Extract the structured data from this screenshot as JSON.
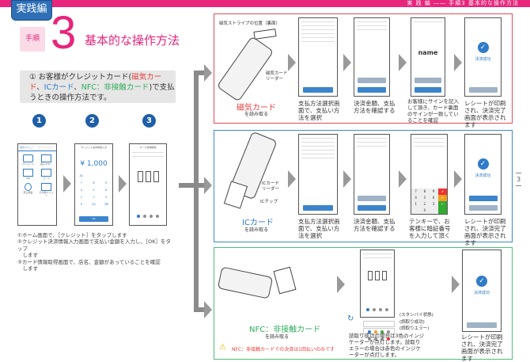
{
  "header": {
    "running_title": "実 践 編 ―― 手順3 基本的な操作方法",
    "section_badge": "実践編",
    "step_label": "手順",
    "step_number": "3",
    "title": "基本的な操作方法",
    "page_number": "3"
  },
  "intro": {
    "prefix": "① お客様がクレジットカード(",
    "magnetic": "磁気カード",
    "sep1": "、",
    "ic": "ICカード",
    "sep2": "、",
    "nfc": "NFC：非接触カード",
    "suffix": ")で支払うときの操作方法です。"
  },
  "steps": [
    {
      "num": "1",
      "screen_tabs": [
        "決済メニュー",
        "アプリメニュー"
      ],
      "tiles": [
        "クレジット",
        "電子マネー",
        "QR",
        "コード",
        "売上照会",
        "その他メニュー"
      ]
    },
    {
      "num": "2",
      "screen_title": "クレジット決済情報入力",
      "amount": "¥ 1,000",
      "keys": [
        "AC",
        "7",
        "8",
        "9",
        "4",
        "5",
        "6",
        "1",
        "2",
        "3",
        "0",
        "00",
        "⌫"
      ],
      "ok": "OK"
    },
    {
      "num": "3",
      "screen_title": "カード情報取得"
    }
  ],
  "notes": [
    "①ホーム画面で、［クレジット］をタップします",
    "②クレジット決済情報入力画面で支払い金額を入力し、［OK］をタップ",
    "　します",
    "③カード情報取得画面で、店名、金額があっていることを確認",
    "　します"
  ],
  "magnetic": {
    "stripe_label": "磁気ストライプの位置（裏面）",
    "reader_label": "磁気カード\nリーダー",
    "name": "磁気カード",
    "action": "を読み取る",
    "sign_text": "name",
    "captions": [
      "支払方法選択画面で、支払い方法を選択",
      "決済金額、支払方法を確認する",
      "お客様にサインを記入して頂き、カード裏面のサインが一致していることを確認",
      "レシートが印刷され、決済完了画面が表示されます"
    ],
    "success": "決済成功"
  },
  "ic": {
    "reader_label": "ICカード\nリーダー",
    "chip_label": "ICチップ",
    "name": "ICカード",
    "action": "を読み取る",
    "captions": [
      "支払方法選択画面で、支払い方法を選択",
      "決済金額、支払方法を確認する",
      "テンキーで、お客様に暗証番号を入力して頂く",
      "レシートが印刷され、決済完了画面が表示されます"
    ],
    "success": "決済成功",
    "keys": [
      "7",
      "8",
      "9",
      "4",
      "5",
      "6",
      "1",
      "2",
      "3",
      "0"
    ]
  },
  "nfc": {
    "name": "NFC：非接触カード",
    "action": "を読み取る",
    "warning": "NFC：非接触カードでの決済は1回払いのみです",
    "indicator_labels": [
      "(スタンバイ状態)",
      "(読取り成功)",
      "(読取りエラー)"
    ],
    "caption_indicator": "読取り成功の場合は3色のインジケーターが点灯します。読取りエラーの場合は赤色のインジケーターが点灯します。",
    "caption_done": "レシートが印刷され、決済完了画面が表示されます",
    "success": "決済成功"
  },
  "colors": {
    "accent": "#e8247c",
    "magnetic": "#e83c3c",
    "ic": "#2f7bc8",
    "nfc": "#2eac5b"
  }
}
